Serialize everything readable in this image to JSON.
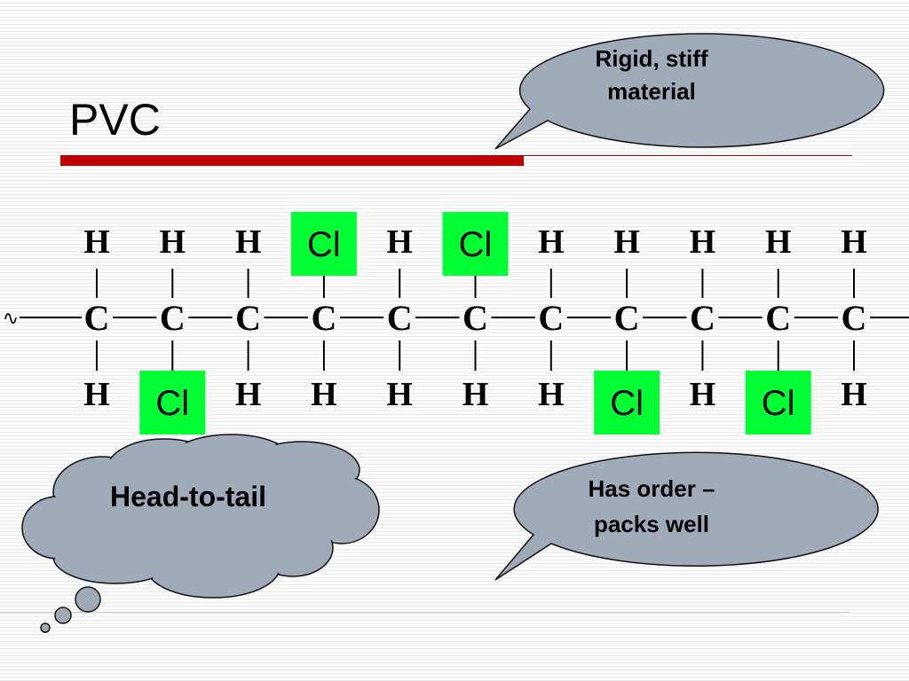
{
  "slide": {
    "title": "PVC"
  },
  "callouts": {
    "top": {
      "lines": [
        "Rigid, stiff",
        "material"
      ]
    },
    "cloud": {
      "text": "Head-to-tail"
    },
    "bottom": {
      "lines": [
        "Has order –",
        "packs well"
      ]
    }
  },
  "molecule": {
    "carbon_symbol": "C",
    "chain_end_symbol": "∿",
    "colors": {
      "chlorine_highlight": "#00ff33",
      "callout_fill": "#a0aab8",
      "title_rule": "#c00000"
    },
    "carbons": [
      {
        "top": "H",
        "bottom": "H"
      },
      {
        "top": "H",
        "bottom": "Cl"
      },
      {
        "top": "H",
        "bottom": "H"
      },
      {
        "top": "Cl",
        "bottom": "H"
      },
      {
        "top": "H",
        "bottom": "H"
      },
      {
        "top": "Cl",
        "bottom": "H"
      },
      {
        "top": "H",
        "bottom": "H"
      },
      {
        "top": "H",
        "bottom": "Cl"
      },
      {
        "top": "H",
        "bottom": "H"
      },
      {
        "top": "H",
        "bottom": "Cl"
      },
      {
        "top": "H",
        "bottom": "H"
      }
    ]
  }
}
